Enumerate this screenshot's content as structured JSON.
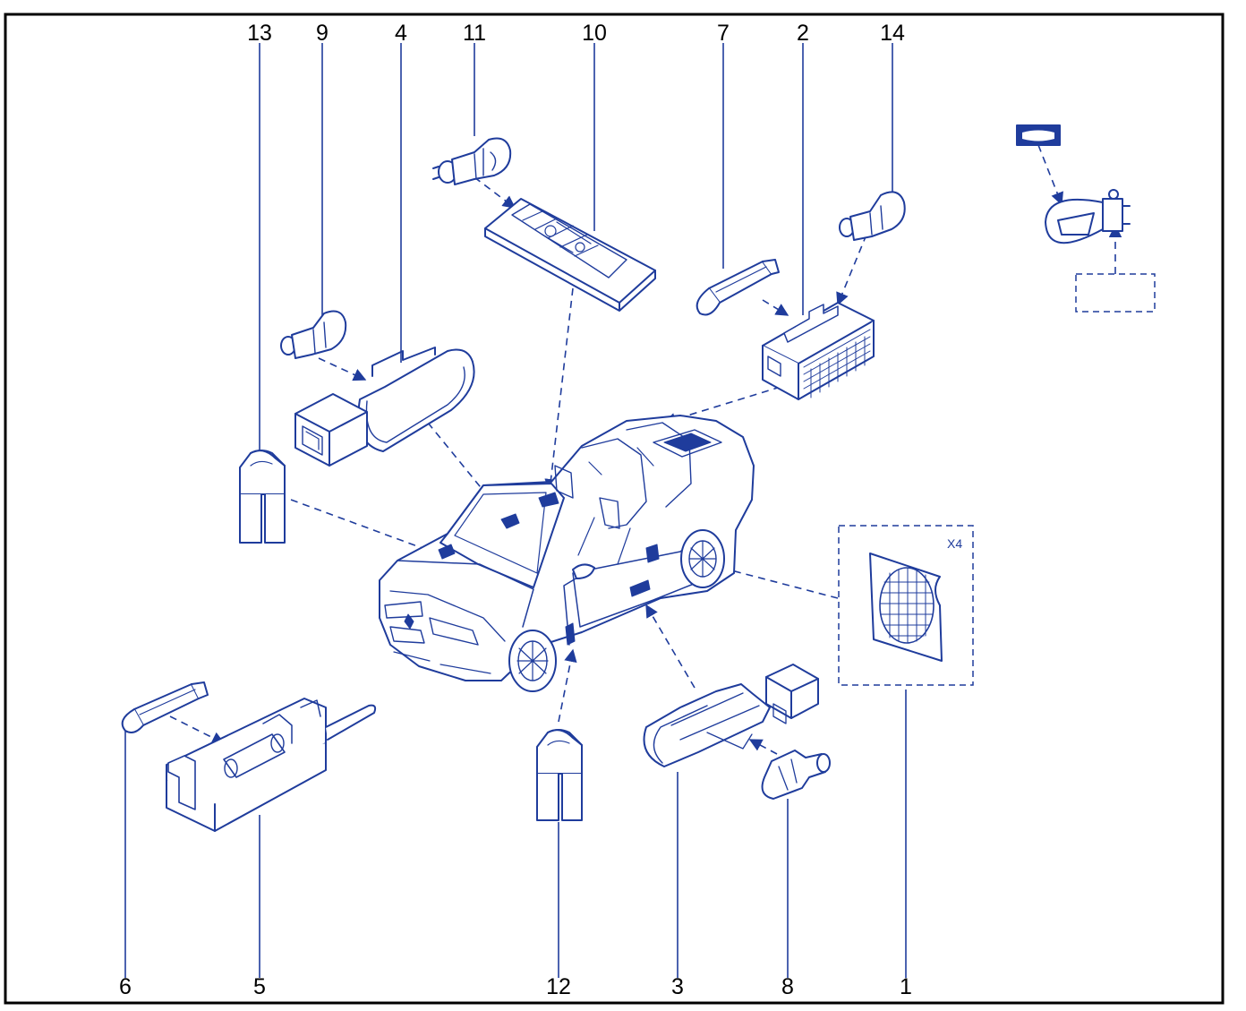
{
  "diagram": {
    "colors": {
      "line": "#1f3c9c",
      "fill": "#ffffff",
      "border": "#000000"
    },
    "top_callouts": [
      "13",
      "9",
      "4",
      "11",
      "10",
      "7",
      "2",
      "14"
    ],
    "bottom_callouts": [
      "6",
      "5",
      "12",
      "3",
      "8",
      "1"
    ],
    "quantity_badge": "X4"
  }
}
